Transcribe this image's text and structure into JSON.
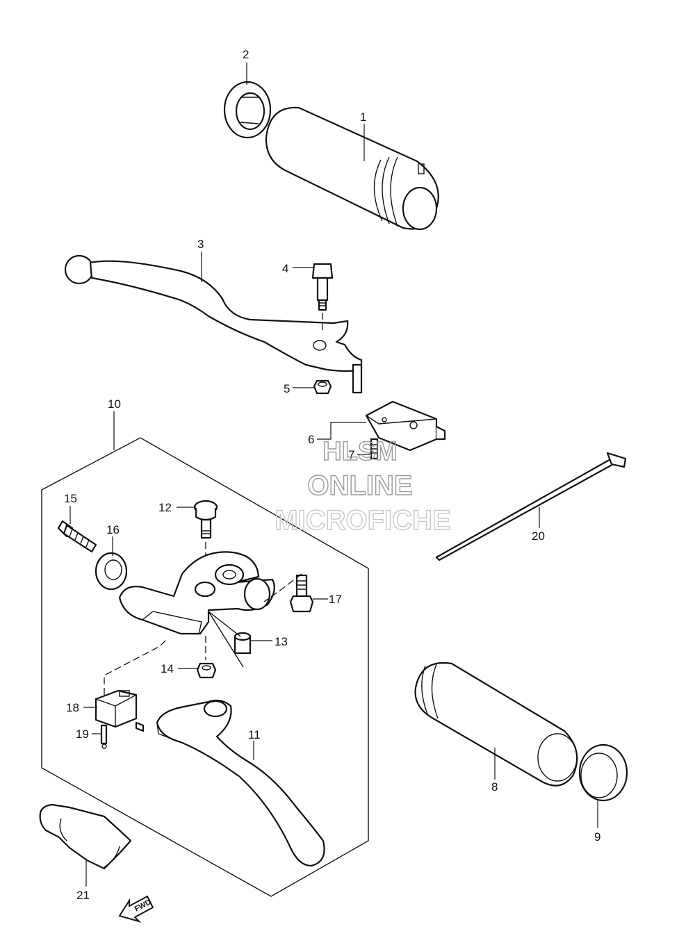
{
  "callouts": {
    "p1": "1",
    "p2": "2",
    "p3": "3",
    "p4": "4",
    "p5": "5",
    "p6": "6",
    "p7": "7",
    "p8": "8",
    "p9": "9",
    "p10": "10",
    "p11": "11",
    "p12": "12",
    "p13": "13",
    "p14": "14",
    "p15": "15",
    "p16": "16",
    "p17": "17",
    "p18": "18",
    "p19": "19",
    "p20": "20",
    "p21": "21"
  },
  "watermark": {
    "line1": "HLSM",
    "line2": "ONLINE",
    "line3": "MICROFICHE"
  },
  "direction_badge": "FWD",
  "colors": {
    "line": "#111111",
    "watermark": "#9a9a9a",
    "background": "#ffffff"
  }
}
